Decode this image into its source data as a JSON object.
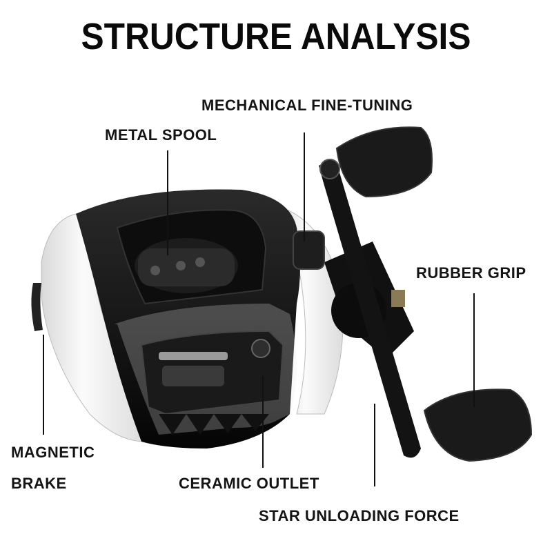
{
  "title": "STRUCTURE ANALYSIS",
  "labels": {
    "mechanical_fine_tuning": "MECHANICAL FINE-TUNING",
    "metal_spool": "METAL SPOOL",
    "rubber_grip": "RUBBER GRIP",
    "magnetic_line1": "MAGNETIC",
    "magnetic_line2": "BRAKE",
    "ceramic_outlet": "CERAMIC OUTLET",
    "star_unloading_force": "STAR UNLOADING FORCE"
  },
  "colors": {
    "body_white": "#f2f2f2",
    "frame_black": "#111111",
    "text": "#141414"
  },
  "icons": [
    "baitcasting-reel-illustration"
  ]
}
